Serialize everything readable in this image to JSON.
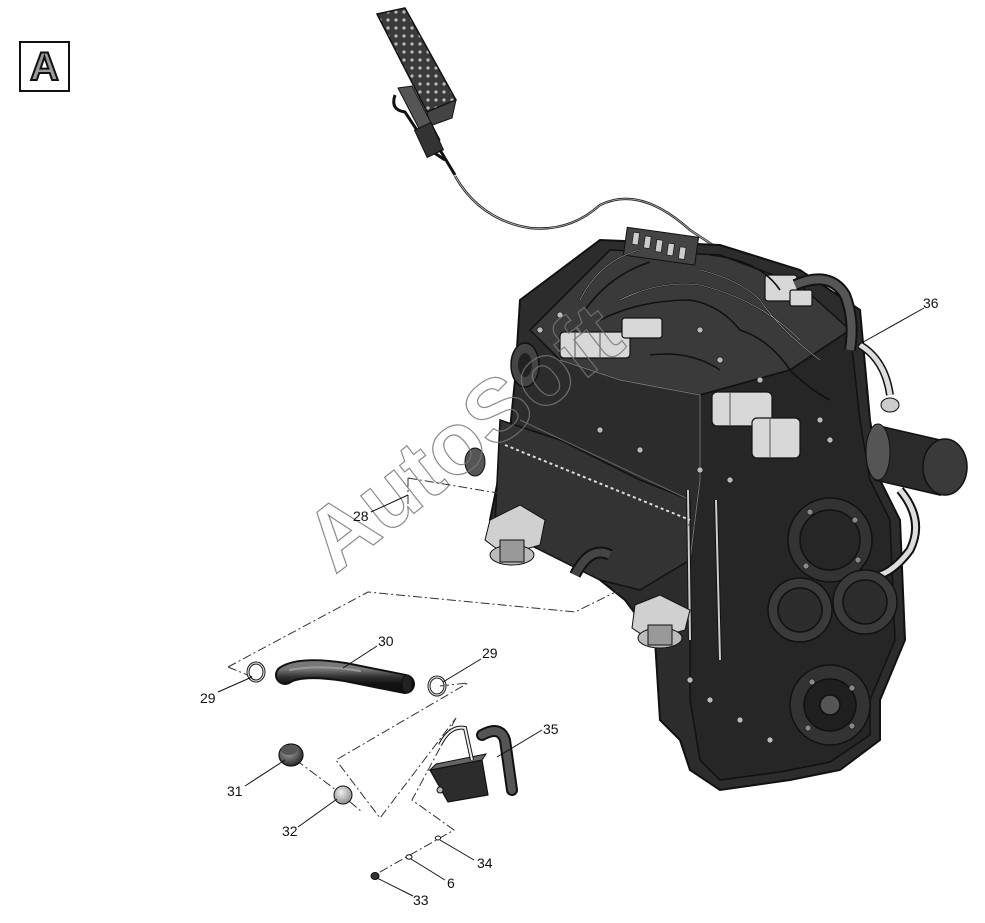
{
  "view": {
    "label": "A"
  },
  "watermark": "AutoSoft",
  "callouts": {
    "c36": "36",
    "c28": "28",
    "c30": "30",
    "c29a": "29",
    "c29b": "29",
    "c35": "35",
    "c31": "31",
    "c32": "32",
    "c34": "34",
    "c6": "6",
    "c33": "33"
  },
  "colors": {
    "housing": "#2c2c2c",
    "housing_light": "#5a5a5a",
    "parts_light": "#d8d8d8",
    "line": "#111111",
    "view_letter": "#9a9a9a"
  }
}
